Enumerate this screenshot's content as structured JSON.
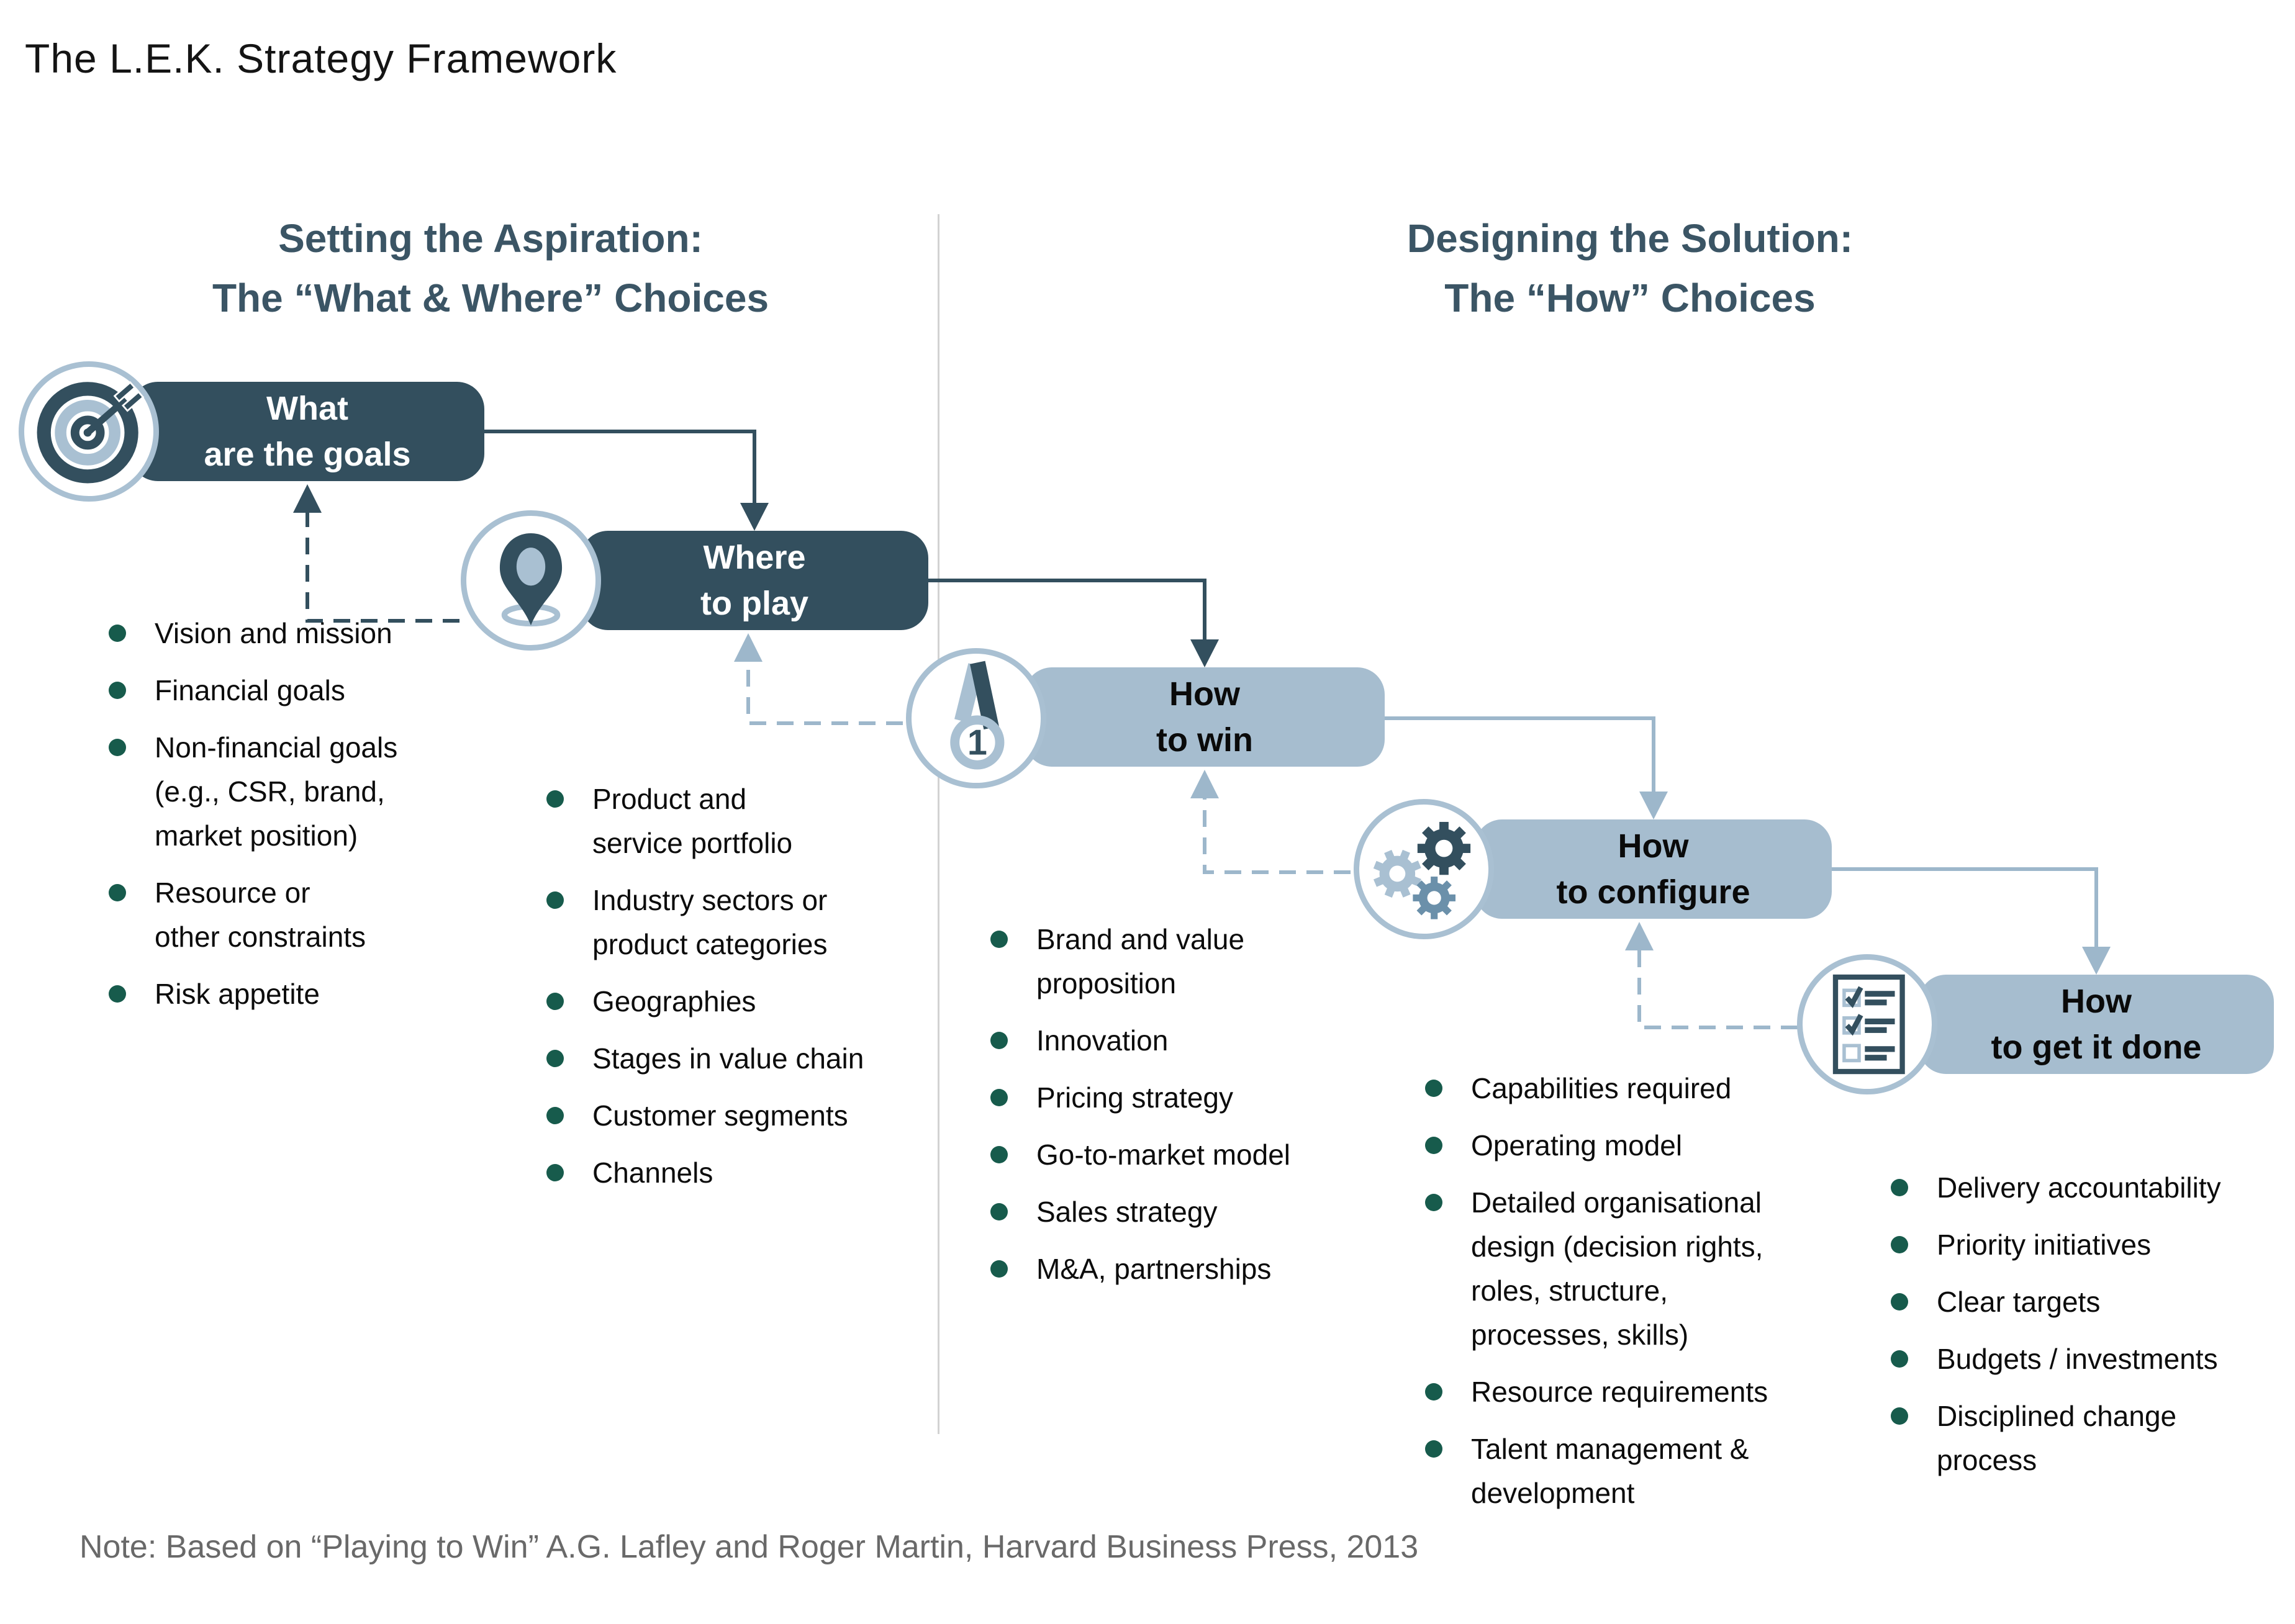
{
  "page": {
    "title": "The L.E.K. Strategy Framework",
    "note": "Note: Based on “Playing to Win” A.G. Lafley and Roger Martin, Harvard Business Press, 2013"
  },
  "sections": [
    {
      "heading_line1": "Setting the Aspiration:",
      "heading_line2": "The “What & Where” Choices"
    },
    {
      "heading_line1": "Designing the Solution:",
      "heading_line2": "The “How” Choices"
    }
  ],
  "steps": [
    {
      "label_line1": "What",
      "label_line2": "are the goals",
      "icon": "target-icon",
      "style": "dark",
      "bullets": [
        [
          "Vision and mission"
        ],
        [
          "Financial goals"
        ],
        [
          "Non-financial goals",
          "(e.g., CSR, brand,",
          "market position)"
        ],
        [
          "Resource or",
          "other constraints"
        ],
        [
          "Risk appetite"
        ]
      ]
    },
    {
      "label_line1": "Where",
      "label_line2": "to play",
      "icon": "location-pin-icon",
      "style": "dark",
      "bullets": [
        [
          "Product and",
          "service portfolio"
        ],
        [
          "Industry sectors or",
          "product categories"
        ],
        [
          "Geographies"
        ],
        [
          "Stages in value chain"
        ],
        [
          "Customer segments"
        ],
        [
          "Channels"
        ]
      ]
    },
    {
      "label_line1": "How",
      "label_line2": "to win",
      "icon": "medal-icon",
      "style": "light",
      "bullets": [
        [
          "Brand and  value",
          "proposition"
        ],
        [
          "Innovation"
        ],
        [
          "Pricing strategy"
        ],
        [
          "Go-to-market model"
        ],
        [
          "Sales strategy"
        ],
        [
          "M&A, partnerships"
        ]
      ]
    },
    {
      "label_line1": "How",
      "label_line2": "to configure",
      "icon": "gears-icon",
      "style": "light",
      "bullets": [
        [
          "Capabilities required"
        ],
        [
          "Operating model"
        ],
        [
          "Detailed organisational",
          "design (decision rights,",
          "roles, structure,",
          "processes, skills)"
        ],
        [
          "Resource requirements"
        ],
        [
          "Talent management &",
          "development"
        ]
      ]
    },
    {
      "label_line1": "How",
      "label_line2": "to get it done",
      "icon": "checklist-icon",
      "style": "light",
      "bullets": [
        [
          "Delivery accountability"
        ],
        [
          "Priority initiatives"
        ],
        [
          "Clear targets"
        ],
        [
          "Budgets / investments"
        ],
        [
          "Disciplined change",
          "process"
        ]
      ]
    }
  ],
  "colors": {
    "dark": "#334F5E",
    "light": "#A6BDCF",
    "ring": "#A9C0D2",
    "arrow_light": "#9DB7CB",
    "bullet_dot": "#175B4C",
    "heading": "#3B5565",
    "note_gray": "#696969",
    "divider": "#D2D2D2",
    "gear_mid": "#6B90AA",
    "title": "#141414"
  }
}
